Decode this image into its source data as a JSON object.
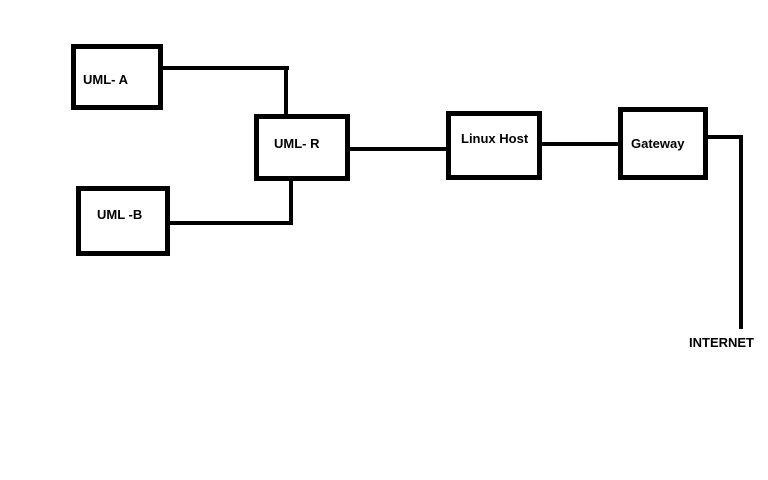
{
  "canvas": {
    "background_color": "#ffffff",
    "ink_color": "#000000"
  },
  "diagram": {
    "nodes": [
      {
        "id": "uml-a",
        "label": "UML- A"
      },
      {
        "id": "uml-b",
        "label": "UML -B"
      },
      {
        "id": "uml-r",
        "label": "UML- R"
      },
      {
        "id": "linux-host",
        "label": "Linux Host"
      },
      {
        "id": "gateway",
        "label": "Gateway"
      }
    ],
    "caption": "INTERNET",
    "edges": [
      {
        "from": "UML- A",
        "to": "UML- R"
      },
      {
        "from": "UML -B",
        "to": "UML- R"
      },
      {
        "from": "UML- R",
        "to": "Linux Host"
      },
      {
        "from": "Linux Host",
        "to": "Gateway"
      },
      {
        "from": "Gateway",
        "to": "INTERNET"
      }
    ]
  }
}
